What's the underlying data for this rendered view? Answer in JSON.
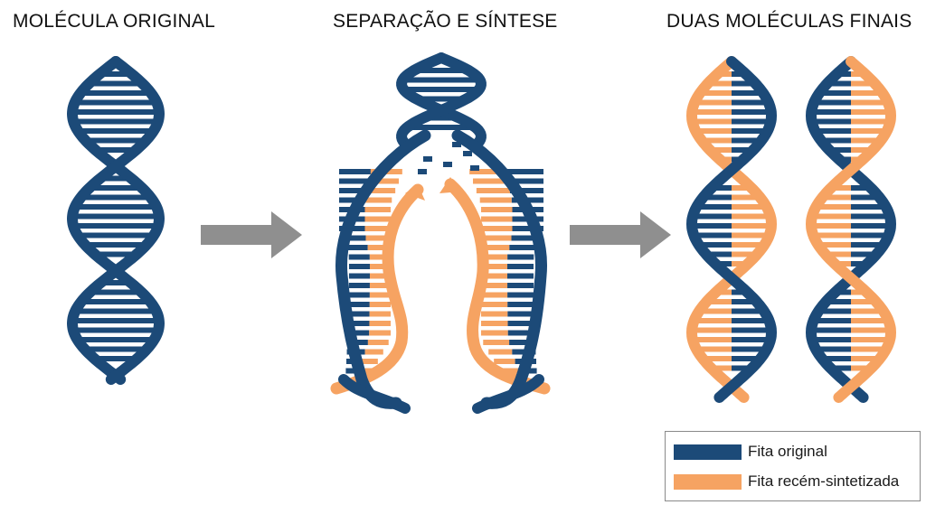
{
  "panels": [
    {
      "title": "MOLÉCULA ORIGINAL"
    },
    {
      "title": "SEPARAÇÃO E SÍNTESE"
    },
    {
      "title": "DUAS MOLÉCULAS FINAIS"
    }
  ],
  "legend": {
    "items": [
      {
        "label": "Fita original",
        "color": "#1c4a78"
      },
      {
        "label": "Fita recém-sintetizada",
        "color": "#f6a362"
      }
    ]
  },
  "colors": {
    "original": "#1c4a78",
    "new": "#f6a362",
    "arrow": "#8f8f8f"
  }
}
